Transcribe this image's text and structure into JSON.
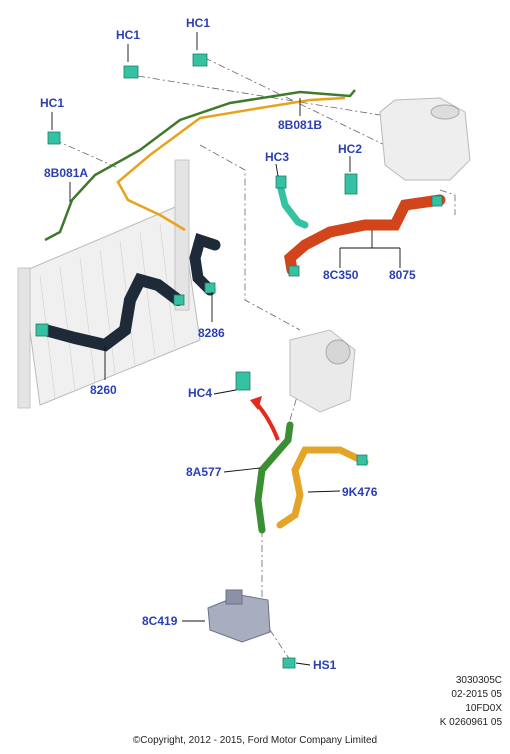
{
  "callouts": {
    "hc1_a": "HC1",
    "hc1_b": "HC1",
    "hc1_c": "HC1",
    "b8081b": "8B081B",
    "b8081a": "8B081A",
    "hc3": "HC3",
    "hc2": "HC2",
    "c8350": "8C350",
    "p8075": "8075",
    "p8286": "8286",
    "p8260": "8260",
    "hc4": "HC4",
    "a8577": "8A577",
    "k9476": "9K476",
    "c8419": "8C419",
    "hs1": "HS1"
  },
  "info": {
    "line1": "3030305C",
    "line2": "02-2015 05",
    "line3": "10FD0X",
    "line4": "K 0260961 05"
  },
  "copyright": "©Copyright, 2012 - 2015, Ford Motor Company Limited",
  "colors": {
    "label": "#2a3fb5",
    "hose_green_wire": "#3f7a2c",
    "hose_orange_wire": "#e8a31d",
    "hose_red": "#d2441a",
    "hose_dark": "#1e2a38",
    "clip_teal": "#35c2a2",
    "hose_green": "#3a8f32",
    "hose_yellow": "#e3a428",
    "arrow_red": "#e52a1c"
  }
}
